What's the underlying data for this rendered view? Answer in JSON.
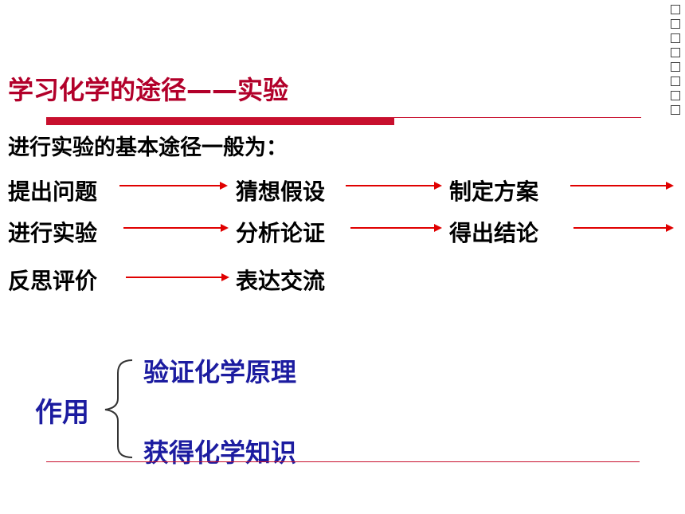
{
  "slide": {
    "title": "学习化学的途径——实验",
    "intro": "进行实验的基本途径一般为：",
    "steps": [
      "提出问题",
      "猜想假设",
      "制定方案",
      "进行实验",
      "分析论证",
      "得出结论",
      "反思评价",
      "表达交流"
    ],
    "purpose": {
      "label": "作用",
      "items": [
        "验证化学原理",
        "获得化学知识"
      ]
    }
  },
  "colors": {
    "title": "#b2002a",
    "accent_rule": "#c8102e",
    "arrow": "#e00000",
    "purpose_text": "#1c1ca0",
    "body_text": "#000000"
  }
}
